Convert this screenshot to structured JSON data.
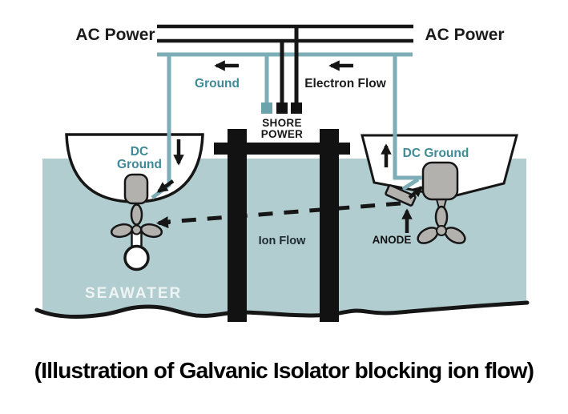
{
  "colors": {
    "water": "#b2cdd0",
    "wire": "#7dadb6",
    "plug_teal": "#6ba3ac",
    "teal_text": "#3e8a96",
    "ink": "#161616",
    "metal_gray": "#b3b1ae",
    "seawater_text": "#eef4f4"
  },
  "labels": {
    "ac_power_left": "AC Power",
    "ac_power_right": "AC Power",
    "ground": "Ground",
    "electron_flow": "Electron Flow",
    "shore_power_line1": "SHORE",
    "shore_power_line2": "POWER",
    "dc_left_line1": "DC",
    "dc_left_line2": "Ground",
    "dc_right": "DC Ground",
    "ion_flow": "Ion Flow",
    "anode": "ANODE",
    "seawater": "SEAWATER"
  },
  "caption": "(Illustration of Galvanic Isolator blocking ion flow)"
}
